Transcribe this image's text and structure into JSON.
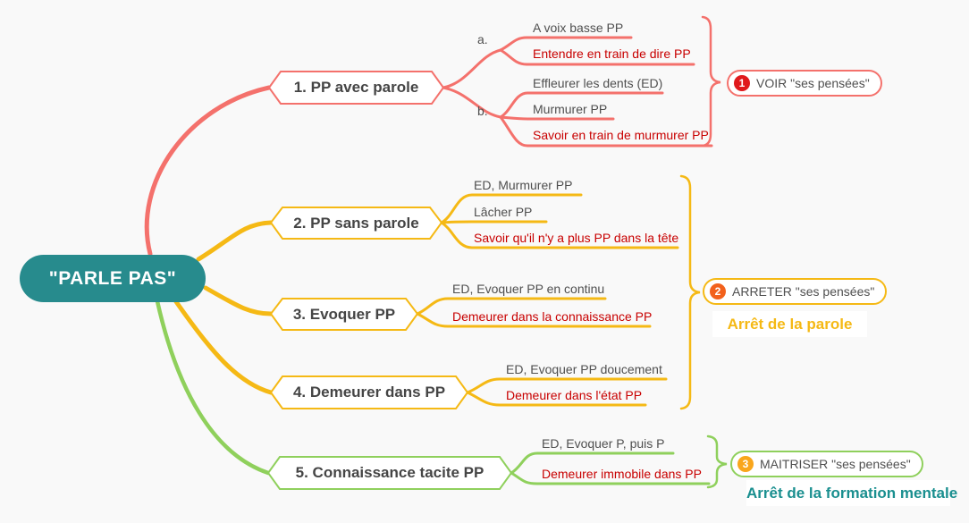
{
  "central_node": {
    "label": "\"PARLE PAS\"",
    "color": "#278b8d",
    "text_color": "#ffffff"
  },
  "branches": [
    {
      "label": "1. PP avec parole",
      "color": "#f4716c",
      "subgroups": [
        {
          "label": "a.",
          "items": [
            {
              "text": "A voix basse PP",
              "emphasis": false
            },
            {
              "text": "Entendre en train de dire PP",
              "emphasis": true
            }
          ]
        },
        {
          "label": "b.",
          "items": [
            {
              "text": "Effleurer les dents (ED)",
              "emphasis": false
            },
            {
              "text": "Murmurer PP",
              "emphasis": false
            },
            {
              "text": "Savoir en train de murmurer PP",
              "emphasis": true
            }
          ]
        }
      ]
    },
    {
      "label": "2. PP sans parole",
      "color": "#f5b915",
      "items": [
        {
          "text": "ED, Murmurer PP",
          "emphasis": false
        },
        {
          "text": "Lâcher PP",
          "emphasis": false
        },
        {
          "text": "Savoir qu'il n'y a plus PP dans la tête",
          "emphasis": true
        }
      ]
    },
    {
      "label": "3. Evoquer PP",
      "color": "#f5b915",
      "items": [
        {
          "text": "ED, Evoquer PP en continu",
          "emphasis": false
        },
        {
          "text": "Demeurer dans la connaissance PP",
          "emphasis": true
        }
      ]
    },
    {
      "label": "4. Demeurer dans PP",
      "color": "#f5b915",
      "items": [
        {
          "text": "ED, Evoquer PP doucement",
          "emphasis": false
        },
        {
          "text": "Demeurer dans l'état PP",
          "emphasis": true
        }
      ]
    },
    {
      "label": "5. Connaissance tacite PP",
      "color": "#8fd05c",
      "items": [
        {
          "text": "ED, Evoquer P, puis P",
          "emphasis": false
        },
        {
          "text": "Demeurer immobile dans PP",
          "emphasis": true
        }
      ]
    }
  ],
  "summaries": [
    {
      "number": "1",
      "label": "VOIR \"ses pensées\"",
      "badge_color": "#e0191c",
      "border_color": "#f4716c",
      "caption": ""
    },
    {
      "number": "2",
      "label": "ARRETER \"ses pensées\"",
      "badge_color": "#f2611c",
      "border_color": "#f5b915",
      "caption": "Arrêt de la parole",
      "caption_color": "#f5b915"
    },
    {
      "number": "3",
      "label": "MAITRISER \"ses pensées\"",
      "badge_color": "#f9a61c",
      "border_color": "#8fd05c",
      "caption": "Arrêt de la formation mentale",
      "caption_color": "#1a8f8f"
    }
  ],
  "colors": {
    "background": "#f9f9f9",
    "emphasis_text": "#c80000",
    "normal_text": "#4f4f4f",
    "branch_red": "#f4716c",
    "branch_yellow": "#f5b915",
    "branch_green": "#8fd05c",
    "central_teal": "#278b8d"
  }
}
